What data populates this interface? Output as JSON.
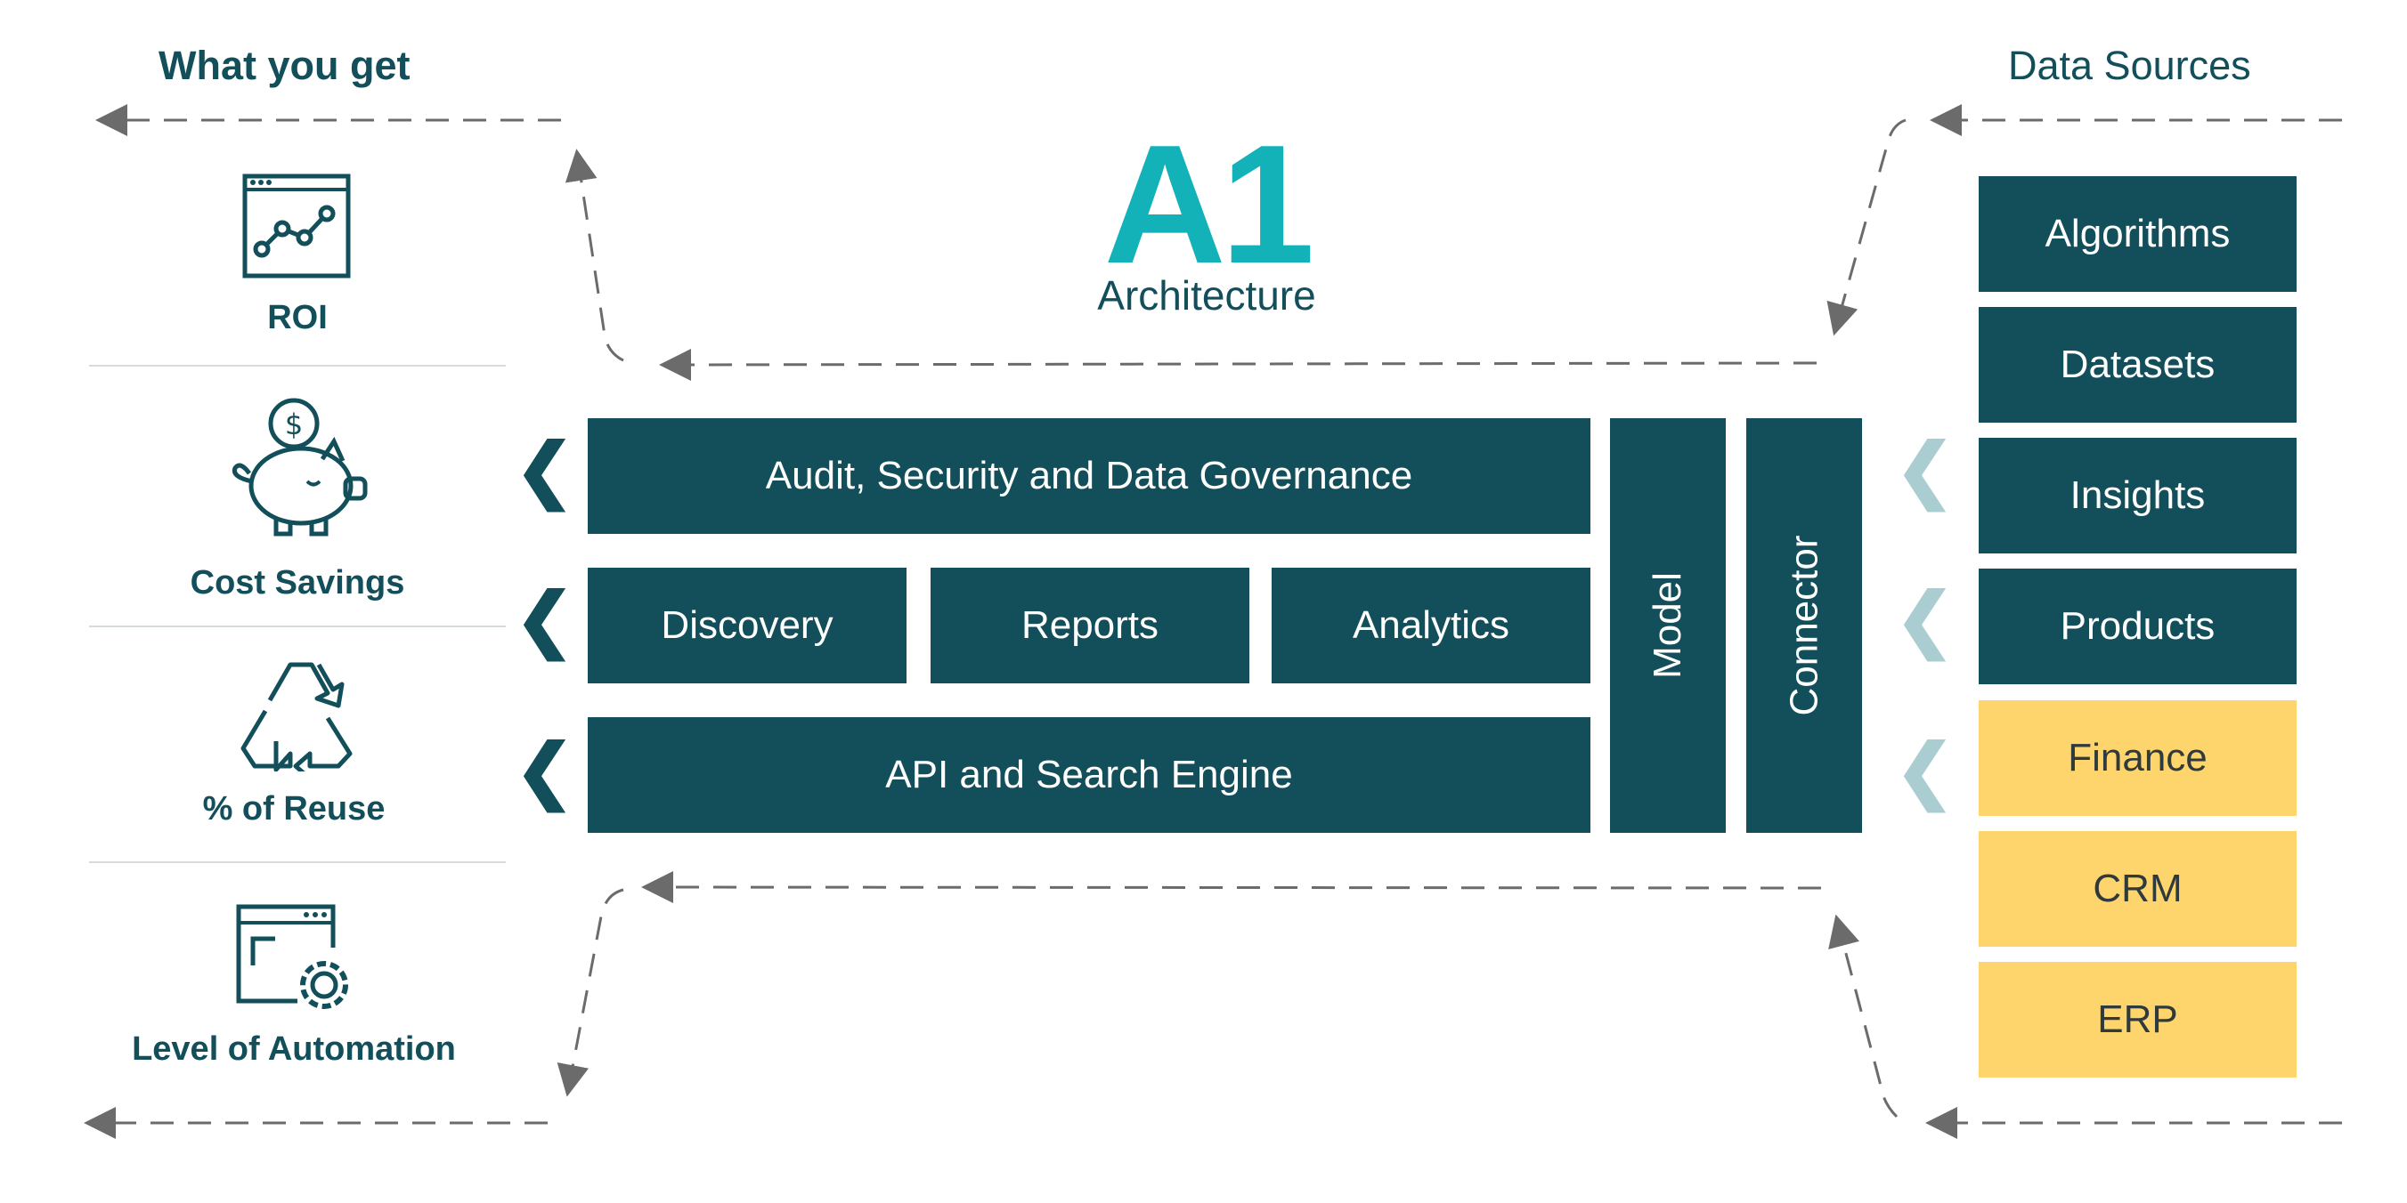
{
  "header": {
    "left_title": "What you get",
    "right_title": "Data Sources"
  },
  "logo": {
    "mark": "A1",
    "subtitle": "Architecture"
  },
  "benefits": [
    {
      "label": "ROI",
      "icon": "roi-chart-icon"
    },
    {
      "label": "Cost Savings",
      "icon": "piggy-bank-icon"
    },
    {
      "label": "% of Reuse",
      "icon": "recycle-icon"
    },
    {
      "label": "Level of Automation",
      "icon": "automation-gear-icon"
    }
  ],
  "architecture": {
    "governance": "Audit, Security and Data Governance",
    "discovery": "Discovery",
    "reports": "Reports",
    "analytics": "Analytics",
    "api": "API and Search Engine",
    "model": "Model",
    "connector": "Connector"
  },
  "sources": [
    {
      "label": "Algorithms",
      "color": "#124f5a"
    },
    {
      "label": "Datasets",
      "color": "#124f5a"
    },
    {
      "label": "Insights",
      "color": "#124f5a"
    },
    {
      "label": "Products",
      "color": "#124f5a"
    },
    {
      "label": "Finance",
      "color": "#fed56d"
    },
    {
      "label": "CRM",
      "color": "#fed56d"
    },
    {
      "label": "ERP",
      "color": "#fed56d"
    }
  ],
  "chevron_glyph": "❮",
  "colors": {
    "primary": "#124f5a",
    "accent": "#12b2b8",
    "highlight": "#fed56d",
    "muted_chevron": "#a9cdd0"
  }
}
